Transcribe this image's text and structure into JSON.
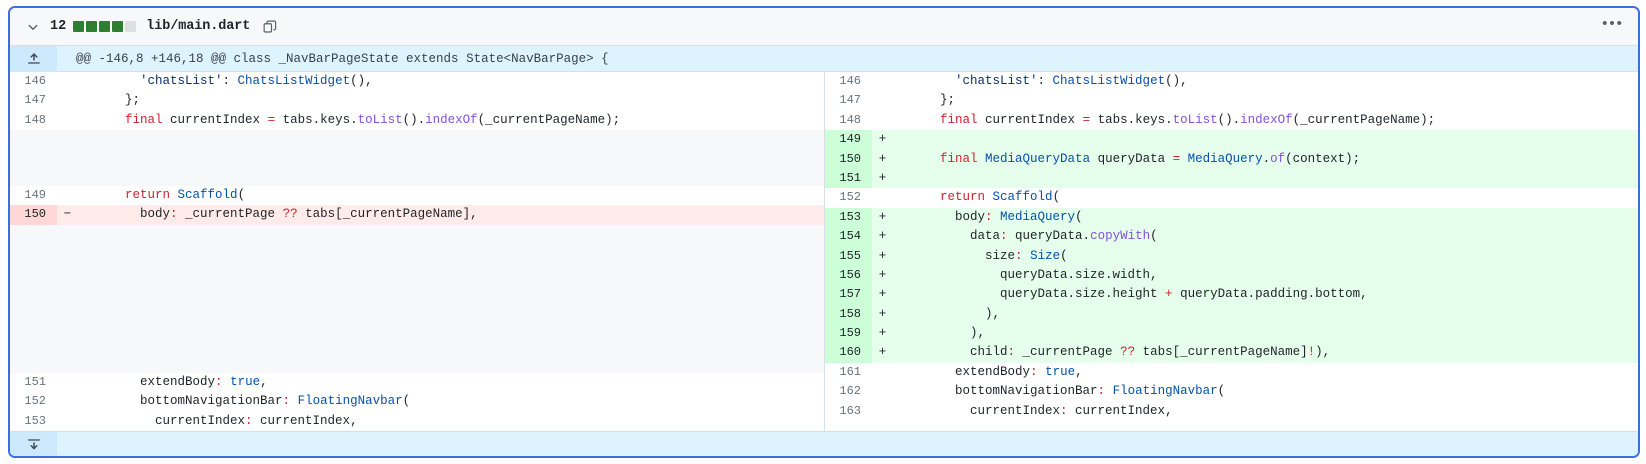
{
  "header": {
    "collapse_icon": "chevron-down-icon",
    "change_count": "12",
    "diffstat_blocks": [
      "add",
      "add",
      "add",
      "add",
      "neutral"
    ],
    "file_path": "lib/main.dart",
    "copy_icon": "copy-icon",
    "menu_label": "•••"
  },
  "hunk": {
    "expand_icon": "expand-up-icon",
    "text": "@@ -146,8 +146,18 @@ class _NavBarPageState extends State<NavBarPage> {"
  },
  "expand_bottom": {
    "icon": "expand-down-icon"
  },
  "left": {
    "rows": [
      {
        "num": "146",
        "marker": "",
        "state": "ctx",
        "tokens": [
          {
            "t": "        ",
            "c": "pl"
          },
          {
            "t": "'chatsList'",
            "c": "str"
          },
          {
            "t": ": ",
            "c": "pl"
          },
          {
            "t": "ChatsListWidget",
            "c": "type"
          },
          {
            "t": "(),",
            "c": "pl"
          }
        ]
      },
      {
        "num": "147",
        "marker": "",
        "state": "ctx",
        "tokens": [
          {
            "t": "      };",
            "c": "pl"
          }
        ]
      },
      {
        "num": "148",
        "marker": "",
        "state": "ctx",
        "tokens": [
          {
            "t": "      ",
            "c": "pl"
          },
          {
            "t": "final",
            "c": "kw"
          },
          {
            "t": " currentIndex ",
            "c": "pl"
          },
          {
            "t": "=",
            "c": "op"
          },
          {
            "t": " tabs.keys.",
            "c": "pl"
          },
          {
            "t": "toList",
            "c": "fn"
          },
          {
            "t": "().",
            "c": "pl"
          },
          {
            "t": "indexOf",
            "c": "fn"
          },
          {
            "t": "(_currentPageName);",
            "c": "pl"
          }
        ]
      },
      {
        "num": "",
        "marker": "",
        "state": "empty",
        "tokens": []
      },
      {
        "num": "",
        "marker": "",
        "state": "empty",
        "tokens": []
      },
      {
        "num": "",
        "marker": "",
        "state": "empty",
        "tokens": []
      },
      {
        "num": "149",
        "marker": "",
        "state": "ctx",
        "tokens": [
          {
            "t": "      ",
            "c": "pl"
          },
          {
            "t": "return",
            "c": "kw"
          },
          {
            "t": " ",
            "c": "pl"
          },
          {
            "t": "Scaffold",
            "c": "type"
          },
          {
            "t": "(",
            "c": "pl"
          }
        ]
      },
      {
        "num": "150",
        "marker": "−",
        "state": "del",
        "tokens": [
          {
            "t": "        body",
            "c": "pl"
          },
          {
            "t": ":",
            "c": "op"
          },
          {
            "t": " _currentPage ",
            "c": "pl"
          },
          {
            "t": "??",
            "c": "op"
          },
          {
            "t": " tabs[_currentPageName],",
            "c": "pl"
          }
        ]
      },
      {
        "num": "",
        "marker": "",
        "state": "empty",
        "tokens": []
      },
      {
        "num": "",
        "marker": "",
        "state": "empty",
        "tokens": []
      },
      {
        "num": "",
        "marker": "",
        "state": "empty",
        "tokens": []
      },
      {
        "num": "",
        "marker": "",
        "state": "empty",
        "tokens": []
      },
      {
        "num": "",
        "marker": "",
        "state": "empty",
        "tokens": []
      },
      {
        "num": "",
        "marker": "",
        "state": "empty",
        "tokens": []
      },
      {
        "num": "",
        "marker": "",
        "state": "empty",
        "tokens": []
      },
      {
        "num": "",
        "marker": "",
        "state": "empty",
        "tokens": []
      },
      {
        "num": "151",
        "marker": "",
        "state": "ctx",
        "tokens": [
          {
            "t": "        extendBody",
            "c": "pl"
          },
          {
            "t": ":",
            "c": "op"
          },
          {
            "t": " ",
            "c": "pl"
          },
          {
            "t": "true",
            "c": "type"
          },
          {
            "t": ",",
            "c": "pl"
          }
        ]
      },
      {
        "num": "152",
        "marker": "",
        "state": "ctx",
        "tokens": [
          {
            "t": "        bottomNavigationBar",
            "c": "pl"
          },
          {
            "t": ":",
            "c": "op"
          },
          {
            "t": " ",
            "c": "pl"
          },
          {
            "t": "FloatingNavbar",
            "c": "type"
          },
          {
            "t": "(",
            "c": "pl"
          }
        ]
      },
      {
        "num": "153",
        "marker": "",
        "state": "ctx",
        "tokens": [
          {
            "t": "          currentIndex",
            "c": "pl"
          },
          {
            "t": ":",
            "c": "op"
          },
          {
            "t": " currentIndex,",
            "c": "pl"
          }
        ]
      }
    ]
  },
  "right": {
    "rows": [
      {
        "num": "146",
        "marker": "",
        "state": "ctx",
        "tokens": [
          {
            "t": "        ",
            "c": "pl"
          },
          {
            "t": "'chatsList'",
            "c": "str"
          },
          {
            "t": ": ",
            "c": "pl"
          },
          {
            "t": "ChatsListWidget",
            "c": "type"
          },
          {
            "t": "(),",
            "c": "pl"
          }
        ]
      },
      {
        "num": "147",
        "marker": "",
        "state": "ctx",
        "tokens": [
          {
            "t": "      };",
            "c": "pl"
          }
        ]
      },
      {
        "num": "148",
        "marker": "",
        "state": "ctx",
        "tokens": [
          {
            "t": "      ",
            "c": "pl"
          },
          {
            "t": "final",
            "c": "kw"
          },
          {
            "t": " currentIndex ",
            "c": "pl"
          },
          {
            "t": "=",
            "c": "op"
          },
          {
            "t": " tabs.keys.",
            "c": "pl"
          },
          {
            "t": "toList",
            "c": "fn"
          },
          {
            "t": "().",
            "c": "pl"
          },
          {
            "t": "indexOf",
            "c": "fn"
          },
          {
            "t": "(_currentPageName);",
            "c": "pl"
          }
        ]
      },
      {
        "num": "149",
        "marker": "+",
        "state": "add",
        "tokens": []
      },
      {
        "num": "150",
        "marker": "+",
        "state": "add",
        "tokens": [
          {
            "t": "      ",
            "c": "pl"
          },
          {
            "t": "final",
            "c": "kw"
          },
          {
            "t": " ",
            "c": "pl"
          },
          {
            "t": "MediaQueryData",
            "c": "type"
          },
          {
            "t": " queryData ",
            "c": "pl"
          },
          {
            "t": "=",
            "c": "op"
          },
          {
            "t": " ",
            "c": "pl"
          },
          {
            "t": "MediaQuery",
            "c": "type"
          },
          {
            "t": ".",
            "c": "pl"
          },
          {
            "t": "of",
            "c": "fn"
          },
          {
            "t": "(context);",
            "c": "pl"
          }
        ]
      },
      {
        "num": "151",
        "marker": "+",
        "state": "add",
        "tokens": []
      },
      {
        "num": "152",
        "marker": "",
        "state": "ctx",
        "tokens": [
          {
            "t": "      ",
            "c": "pl"
          },
          {
            "t": "return",
            "c": "kw"
          },
          {
            "t": " ",
            "c": "pl"
          },
          {
            "t": "Scaffold",
            "c": "type"
          },
          {
            "t": "(",
            "c": "pl"
          }
        ]
      },
      {
        "num": "153",
        "marker": "+",
        "state": "add",
        "tokens": [
          {
            "t": "        body",
            "c": "pl"
          },
          {
            "t": ":",
            "c": "op"
          },
          {
            "t": " ",
            "c": "pl"
          },
          {
            "t": "MediaQuery",
            "c": "type"
          },
          {
            "t": "(",
            "c": "pl"
          }
        ]
      },
      {
        "num": "154",
        "marker": "+",
        "state": "add",
        "tokens": [
          {
            "t": "          data",
            "c": "pl"
          },
          {
            "t": ":",
            "c": "op"
          },
          {
            "t": " queryData.",
            "c": "pl"
          },
          {
            "t": "copyWith",
            "c": "fn"
          },
          {
            "t": "(",
            "c": "pl"
          }
        ]
      },
      {
        "num": "155",
        "marker": "+",
        "state": "add",
        "tokens": [
          {
            "t": "            size",
            "c": "pl"
          },
          {
            "t": ":",
            "c": "op"
          },
          {
            "t": " ",
            "c": "pl"
          },
          {
            "t": "Size",
            "c": "type"
          },
          {
            "t": "(",
            "c": "pl"
          }
        ]
      },
      {
        "num": "156",
        "marker": "+",
        "state": "add",
        "tokens": [
          {
            "t": "              queryData.size.width,",
            "c": "pl"
          }
        ]
      },
      {
        "num": "157",
        "marker": "+",
        "state": "add",
        "tokens": [
          {
            "t": "              queryData.size.height ",
            "c": "pl"
          },
          {
            "t": "+",
            "c": "op"
          },
          {
            "t": " queryData.padding.bottom,",
            "c": "pl"
          }
        ]
      },
      {
        "num": "158",
        "marker": "+",
        "state": "add",
        "tokens": [
          {
            "t": "            ),",
            "c": "pl"
          }
        ]
      },
      {
        "num": "159",
        "marker": "+",
        "state": "add",
        "tokens": [
          {
            "t": "          ),",
            "c": "pl"
          }
        ]
      },
      {
        "num": "160",
        "marker": "+",
        "state": "add",
        "tokens": [
          {
            "t": "          child",
            "c": "pl"
          },
          {
            "t": ":",
            "c": "op"
          },
          {
            "t": " _currentPage ",
            "c": "pl"
          },
          {
            "t": "??",
            "c": "op"
          },
          {
            "t": " tabs[_currentPageName]",
            "c": "pl"
          },
          {
            "t": "!",
            "c": "op"
          },
          {
            "t": "),",
            "c": "pl"
          }
        ]
      },
      {
        "num": "161",
        "marker": "",
        "state": "ctx",
        "tokens": [
          {
            "t": "        extendBody",
            "c": "pl"
          },
          {
            "t": ":",
            "c": "op"
          },
          {
            "t": " ",
            "c": "pl"
          },
          {
            "t": "true",
            "c": "type"
          },
          {
            "t": ",",
            "c": "pl"
          }
        ]
      },
      {
        "num": "162",
        "marker": "",
        "state": "ctx",
        "tokens": [
          {
            "t": "        bottomNavigationBar",
            "c": "pl"
          },
          {
            "t": ":",
            "c": "op"
          },
          {
            "t": " ",
            "c": "pl"
          },
          {
            "t": "FloatingNavbar",
            "c": "type"
          },
          {
            "t": "(",
            "c": "pl"
          }
        ]
      },
      {
        "num": "163",
        "marker": "",
        "state": "ctx",
        "tokens": [
          {
            "t": "          currentIndex",
            "c": "pl"
          },
          {
            "t": ":",
            "c": "op"
          },
          {
            "t": " currentIndex,",
            "c": "pl"
          }
        ]
      }
    ]
  },
  "colors": {
    "focus_border": "#3a6fe0",
    "add_bg": "#e6ffec",
    "add_gutter": "#ccffd8",
    "del_bg": "#ffebe9",
    "del_gutter": "#ffd7d5",
    "empty_bg": "#f6f8fa",
    "hunk_bg": "#ddf4ff",
    "diffstat_add": "#2d7d33",
    "diffstat_neutral": "#dddfe2"
  }
}
